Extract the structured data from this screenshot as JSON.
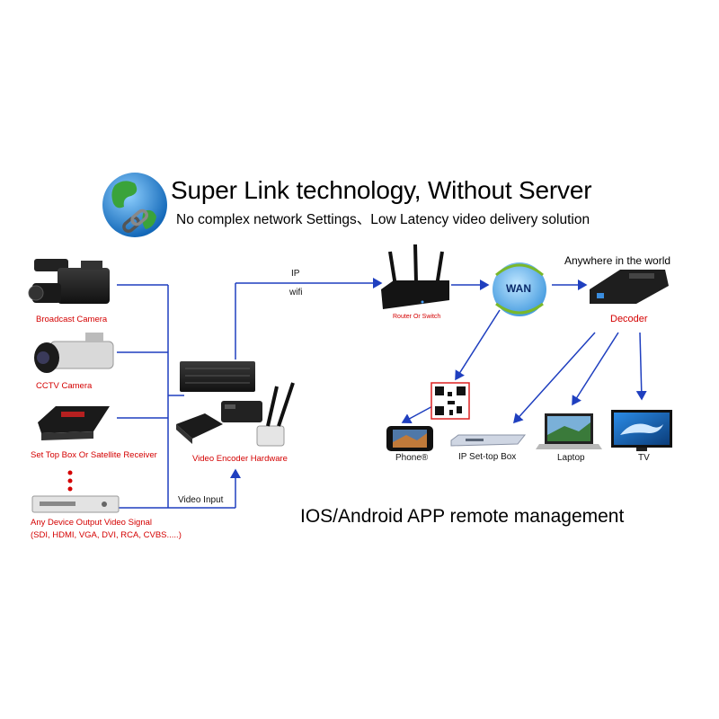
{
  "header": {
    "title": "Super Link technology, Without Server",
    "subtitle": "No complex network Settings、Low Latency video delivery solution"
  },
  "sources": {
    "broadcast_camera": "Broadcast Camera",
    "cctv_camera": "CCTV Camera",
    "set_top_box": "Set Top Box Or Satellite Receiver",
    "any_device": "Any Device Output Video Signal",
    "any_device_formats": "(SDI, HDMI, VGA, DVI, RCA, CVBS.....)",
    "ellipsis_dots": "•\n•\n•"
  },
  "encoder": {
    "label": "Video Encoder Hardware",
    "video_input": "Video Input",
    "ip": "IP",
    "wifi": "wifi"
  },
  "network": {
    "router": "Router Or Switch",
    "wan": "WAN",
    "anywhere": "Anywhere in the world",
    "decoder": "Decoder"
  },
  "clients": {
    "phone": "Phone®",
    "ip_stb": "IP Set-top Box",
    "laptop": "Laptop",
    "tv": "TV"
  },
  "footer": {
    "app_management": "IOS/Android APP remote management"
  },
  "colors": {
    "line": "#1f3fbf",
    "accent_red": "#d40000"
  }
}
